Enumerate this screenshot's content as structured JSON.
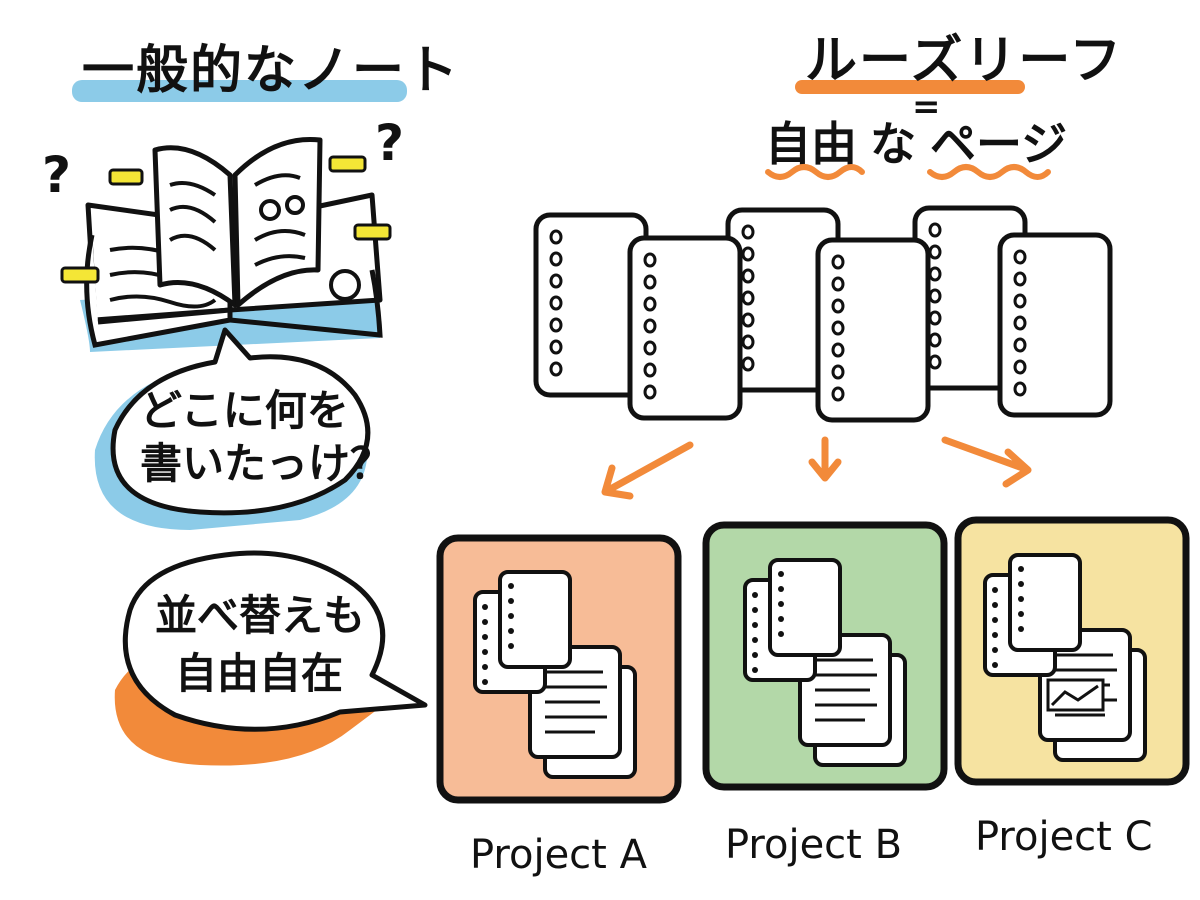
{
  "left": {
    "title": "一般的なノート",
    "question_mark": "?",
    "bubble_lines": [
      "どこに何を",
      "書いたっけ？"
    ]
  },
  "right": {
    "title": "ルーズリーフ",
    "equals": "=",
    "subtitle_parts": [
      "自由",
      "な",
      "ページ"
    ]
  },
  "projects": [
    {
      "label": "Project A",
      "color": "#f7bc97"
    },
    {
      "label": "Project B",
      "color": "#b3d8a8"
    },
    {
      "label": "Project C",
      "color": "#f6e3a1"
    }
  ],
  "bottom_bubble_lines": [
    "並べ替えも",
    "自由自在"
  ],
  "colors": {
    "blue_accent": "#8ccbe8",
    "orange_accent": "#f28a3a",
    "sticky_yellow": "#f4e636",
    "ink": "#111111"
  }
}
